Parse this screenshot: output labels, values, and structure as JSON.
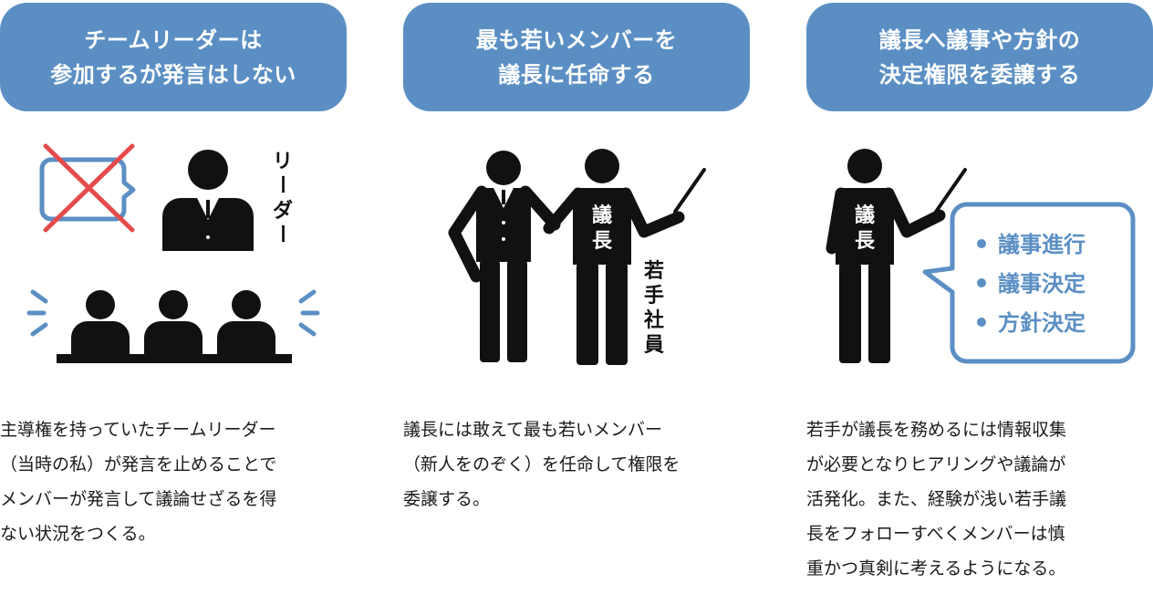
{
  "colors": {
    "header_bg": "#5b8fc4",
    "figure": "#111111",
    "accent_blue": "#5b8fc4",
    "cross_red": "#e54b4b"
  },
  "columns": [
    {
      "header_lines": [
        "チームリーダーは",
        "参加するが発言はしない"
      ],
      "illustration": {
        "leader_label": [
          "リ",
          "ー",
          "ダ",
          "ー"
        ]
      },
      "description_lines": [
        "主導権を持っていたチームリーダー",
        "（当時の私）が発言を止めることで",
        "メンバーが発言して議論せざるを得",
        "ない状況をつくる。"
      ]
    },
    {
      "header_lines": [
        "最も若いメンバーを",
        "議長に任命する"
      ],
      "illustration": {
        "chair_label": [
          "議",
          "長"
        ],
        "young_label": [
          "若",
          "手",
          "社",
          "員"
        ]
      },
      "description_lines": [
        "議長には敢えて最も若いメンバー",
        "（新人をのぞく）を任命して権限を",
        "委譲する。"
      ]
    },
    {
      "header_lines": [
        "議長へ議事や方針の",
        "決定権限を委譲する"
      ],
      "illustration": {
        "chair_label": [
          "議",
          "長"
        ],
        "bubble_items": [
          "議事進行",
          "議事決定",
          "方針決定"
        ]
      },
      "description_lines": [
        "若手が議長を務めるには情報収集",
        "が必要となりヒアリングや議論が",
        "活発化。また、経験が浅い若手議",
        "長をフォローすべくメンバーは慎",
        "重かつ真剣に考えるようになる。"
      ]
    }
  ]
}
